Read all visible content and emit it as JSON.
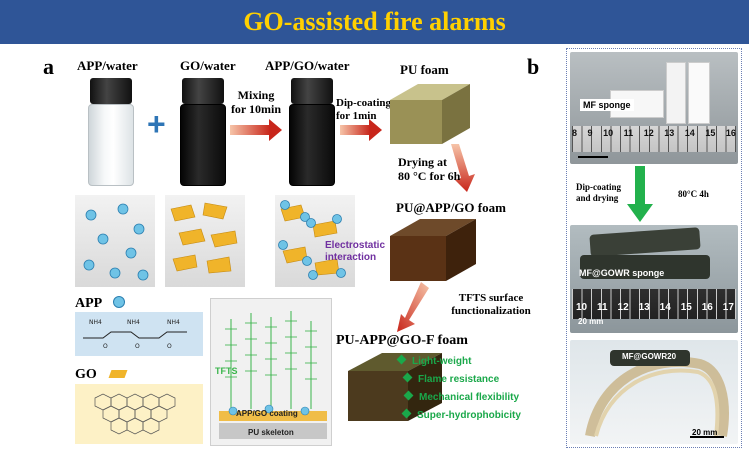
{
  "title": "GO-assisted fire alarms",
  "panel_a": {
    "letter": "a",
    "vials": {
      "app_water": "APP/water",
      "go_water": "GO/water",
      "app_go_water": "APP/GO/water"
    },
    "plus": "+",
    "mixing": "Mixing\nfor 10min",
    "dip_coating": "Dip-coating\nfor 1min",
    "pu_foam": "PU foam",
    "drying": "Drying at\n80 °C for 6h",
    "pu_app_go_foam": "PU@APP/GO foam",
    "electrostatic": "Electrostatic\ninteraction",
    "tfts_surface": "TFTS surface\nfunctionalization",
    "final_foam": "PU-APP@GO-F foam",
    "app_label": "APP",
    "go_label": "GO",
    "tfts": "TFTS",
    "coating": "APP/GO coating",
    "pu_skeleton": "PU skeleton",
    "features": [
      "Light-weight",
      "Flame resistance",
      "Mechanical flexibility",
      "Super-hydrophobicity"
    ]
  },
  "panel_b": {
    "letter": "b",
    "mf_sponge": "MF sponge",
    "dip_coating_drying": "Dip-coating\nand drying",
    "condition": "80°C  4h",
    "mf_gowr_sponge": "MF@GOWR sponge",
    "mf_gowr20": "MF@GOWR20",
    "scale_bar": "20 mm",
    "ruler_top": [
      "8",
      "9",
      "10",
      "11",
      "12",
      "13",
      "14",
      "15",
      "16"
    ],
    "ruler_mid": [
      "10",
      "11",
      "12",
      "13",
      "14",
      "15",
      "16",
      "17"
    ]
  },
  "colors": {
    "banner": "#2f5597",
    "title": "#ffd000",
    "accent_green": "#1aa84a",
    "arrow_red": "#c8261b",
    "electrostatic": "#7030a0"
  }
}
